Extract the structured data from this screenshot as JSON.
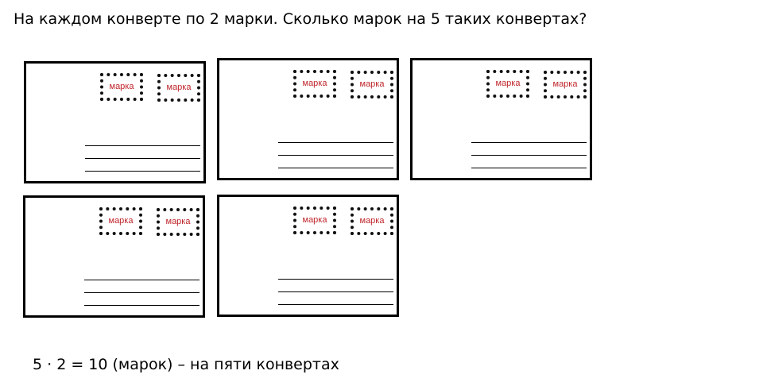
{
  "question": "На каждом конверте по 2 марки. Сколько марок на 5 таких конвертах?",
  "stamp_label": "марка",
  "envelopes": [
    {
      "stamps": [
        "марка",
        "марка"
      ]
    },
    {
      "stamps": [
        "марка",
        "марка"
      ]
    },
    {
      "stamps": [
        "марка",
        "марка"
      ]
    },
    {
      "stamps": [
        "марка",
        "марка"
      ]
    },
    {
      "stamps": [
        "марка",
        "марка"
      ]
    }
  ],
  "answer": "5 · 2 = 10 (марок) – на пяти конвертах",
  "colors": {
    "stamp_text": "#c0262c",
    "border": "#000000"
  }
}
